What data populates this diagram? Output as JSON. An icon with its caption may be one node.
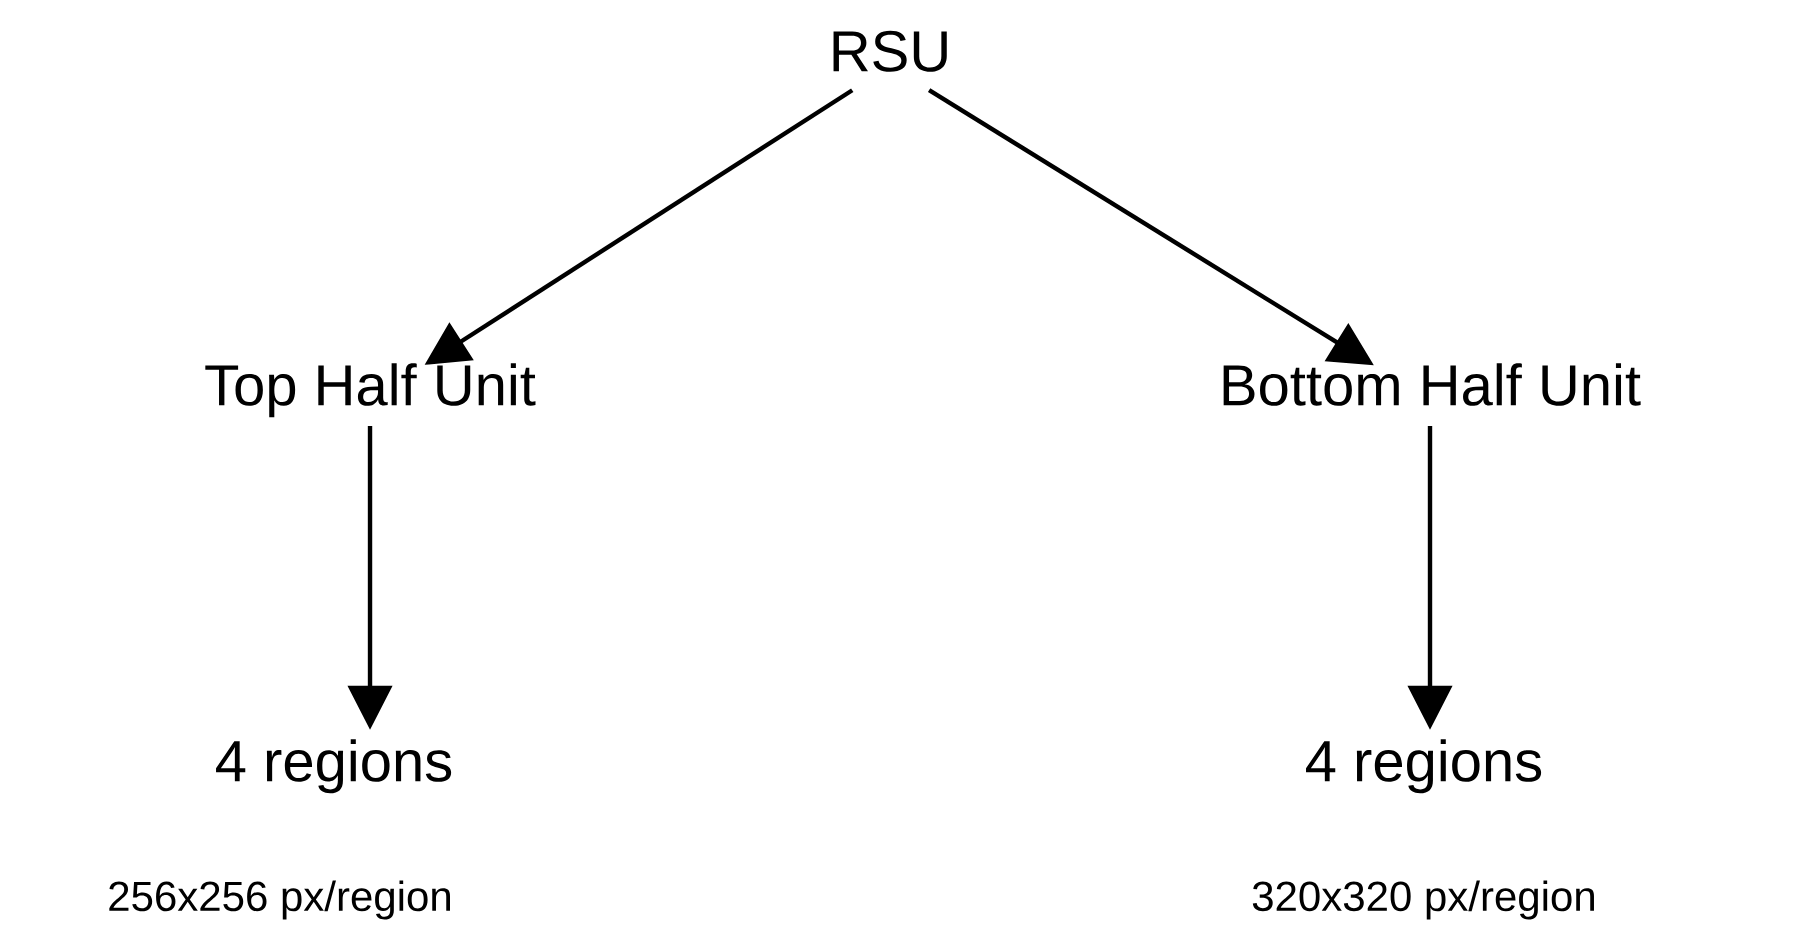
{
  "diagram": {
    "nodes": [
      {
        "text": [
          "RSU"
        ]
      },
      {
        "text": [
          "Top Half Unit"
        ]
      },
      {
        "text": [
          "Bottom Half Unit"
        ]
      },
      {
        "text": [
          "4 regions"
        ],
        "beside": [
          "256x256 px/region"
        ]
      },
      {
        "text": [
          "4 regions"
        ],
        "beside": [
          "320x320 px/region"
        ]
      }
    ],
    "edges": [
      {
        "from": 0,
        "to": 1,
        "arrow": "to"
      },
      {
        "from": 0,
        "to": 2,
        "arrow": "to"
      },
      {
        "from": 1,
        "to": 3,
        "arrow": "to"
      },
      {
        "from": 2,
        "to": 4,
        "arrow": "to"
      }
    ]
  }
}
